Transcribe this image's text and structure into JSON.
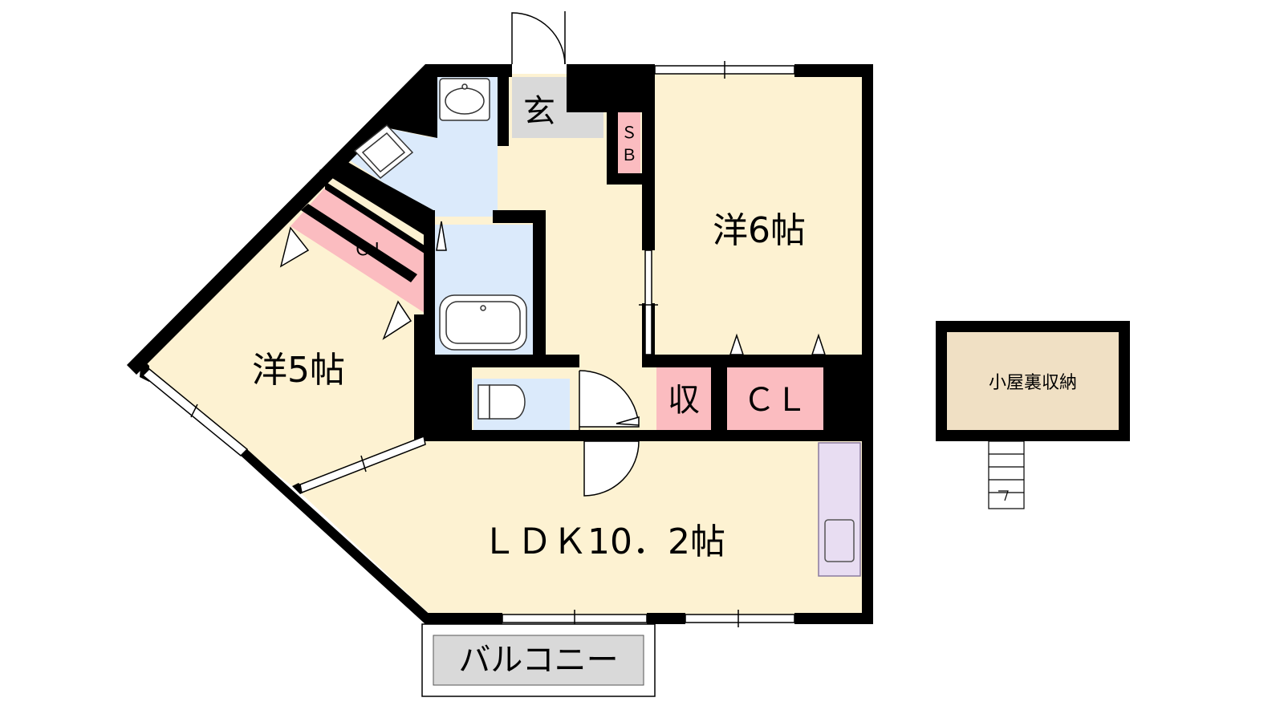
{
  "rooms": {
    "western_6": "洋6帖",
    "western_5": "洋5帖",
    "ldk": "ＬＤＫ10．2帖",
    "entrance": "玄",
    "shoe_box_s": "Ｓ",
    "shoe_box_b": "Ｂ",
    "storage": "収",
    "closet_right": "ＣＬ",
    "closet_left": "ＣＬ",
    "balcony": "バルコニー",
    "attic_storage": "小屋裏収納"
  },
  "colors": {
    "wall": "#000000",
    "room_fill": "#fdf2d2",
    "wet_area": "#dbeafb",
    "closet": "#fbbcc0",
    "entrance_floor": "#d9d9d9",
    "attic": "#f0e0c4",
    "kitchen": "#e8ddf2"
  },
  "icons": [
    "washbasin-icon",
    "washing-machine-icon",
    "bathtub-icon",
    "toilet-icon",
    "kitchen-sink-icon",
    "ladder-icon"
  ]
}
